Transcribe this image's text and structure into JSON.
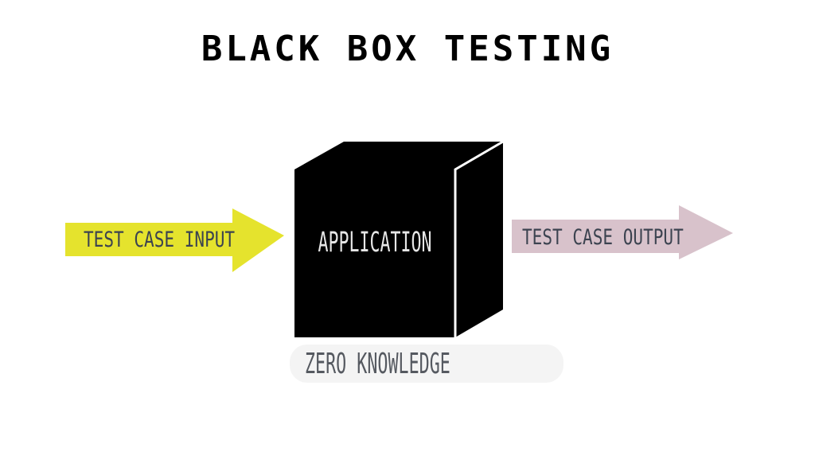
{
  "title": "BLACK BOX TESTING",
  "input_arrow": {
    "label": "TEST CASE INPUT",
    "fill_color": "#e5e32d",
    "text_color": "#3c4350"
  },
  "box": {
    "label": "APPLICATION",
    "fill_color": "#000000",
    "edge_color": "#ffffff",
    "text_color": "#e6e6e6"
  },
  "output_arrow": {
    "label": "TEST CASE OUTPUT",
    "fill_color": "#d8c2cb",
    "text_color": "#3c4350"
  },
  "caption": {
    "label": "ZERO KNOWLEDGE",
    "background_color": "#f4f4f4",
    "text_color": "#555960"
  }
}
